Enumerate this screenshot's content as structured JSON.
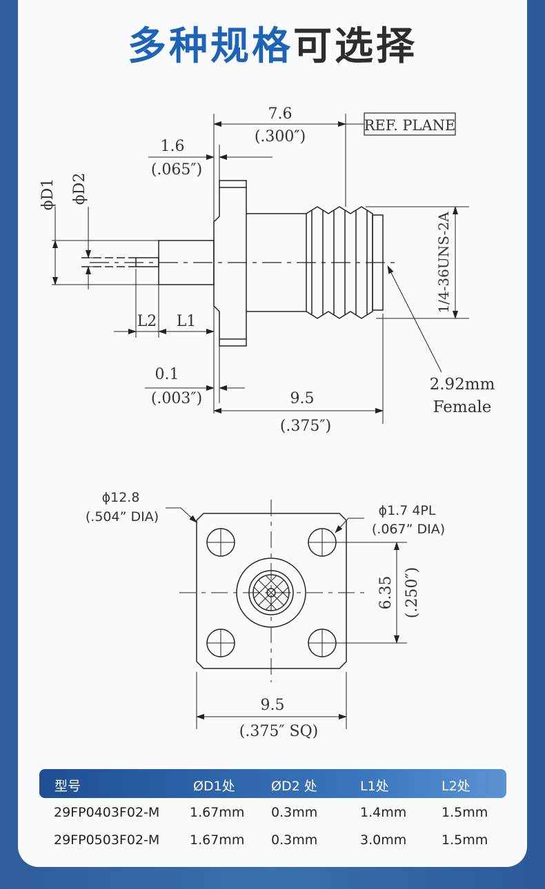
{
  "title": {
    "part1": "多种规格",
    "part2": "可选择"
  },
  "side_view": {
    "dim_76": "7.6",
    "dim_76_in": "(.300″)",
    "ref_plane": "REF. PLANE",
    "dim_16": "1.6",
    "dim_16_in": "(.065″)",
    "d1": "ϕD1",
    "d2": "ϕD2",
    "thread": "1/4-36UNS-2A",
    "l2": "L2",
    "l1": "L1",
    "dim_01": "0.1",
    "dim_01_in": "(.003″)",
    "dim_95": "9.5",
    "dim_95_in": "(.375″)",
    "connector_size": "2.92mm",
    "connector_gender": "Female"
  },
  "front_view": {
    "flange_dia": "ϕ12.8",
    "flange_dia_in": "(.504” DIA)",
    "hole_dia": "ϕ1.7 4PL",
    "hole_dia_in": "(.067” DIA)",
    "hole_spacing": "6.35",
    "hole_spacing_in": "(.250″)",
    "width": "9.5",
    "width_in": "(.375″   SQ)"
  },
  "table": {
    "headers": [
      "型号",
      "ØD1处",
      "ØD2 处",
      "L1处",
      "L2处"
    ],
    "rows": [
      [
        "29FP0403F02-M",
        "1.67mm",
        "0.3mm",
        "1.4mm",
        "1.5mm"
      ],
      [
        "29FP0503F02-M",
        "1.67mm",
        "0.3mm",
        "3.0mm",
        "1.5mm"
      ]
    ]
  }
}
